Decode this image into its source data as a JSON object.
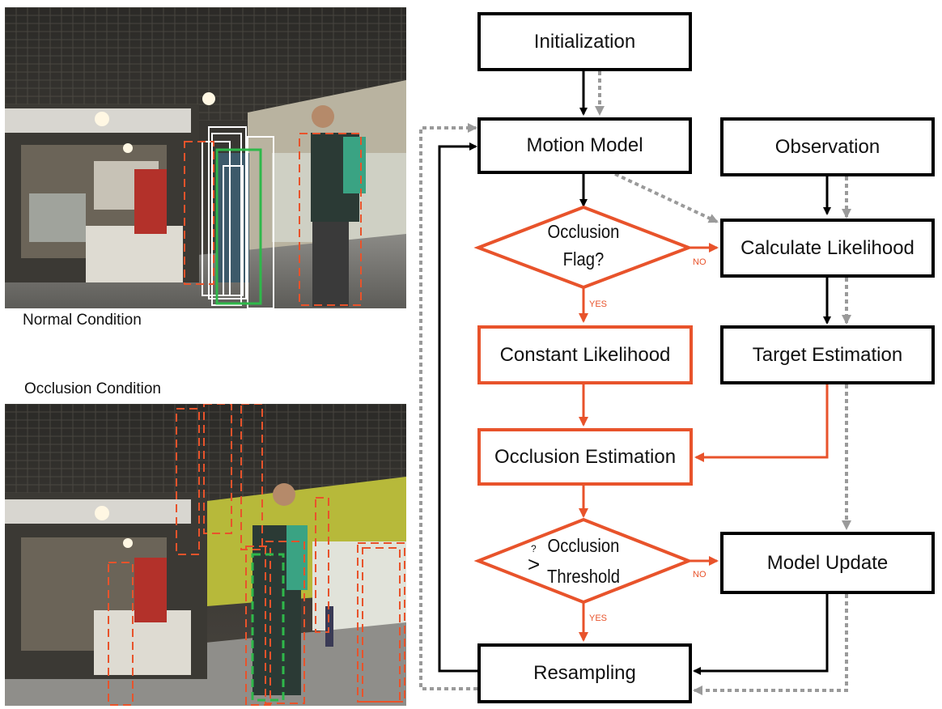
{
  "captions": {
    "normal": "Normal Condition",
    "occlusion": "Occlusion Condition"
  },
  "nodes": {
    "initialization": "Initialization",
    "motion_model": "Motion Model",
    "observation": "Observation",
    "occlusion_flag_line1": "Occlusion",
    "occlusion_flag_line2": "Flag?",
    "calculate_likelihood": "Calculate Likelihood",
    "constant_likelihood": "Constant Likelihood",
    "target_estimation": "Target Estimation",
    "occlusion_estimation": "Occlusion Estimation",
    "occlusion_threshold_line1": "Occlusion",
    "occlusion_threshold_line2": "Threshold",
    "threshold_symbol": ">",
    "threshold_question": "?",
    "model_update": "Model Update",
    "resampling": "Resampling"
  },
  "edge_labels": {
    "flag_no": "NO",
    "flag_yes": "YES",
    "threshold_no": "NO",
    "threshold_yes": "YES"
  },
  "colors": {
    "black": "#000000",
    "orange": "#e8532b",
    "gray_dashed": "#9a9a9a",
    "tracking_box_white": "#ffffff",
    "tracking_box_green": "#2fb84a",
    "tracking_box_orange": "#e8532b"
  }
}
